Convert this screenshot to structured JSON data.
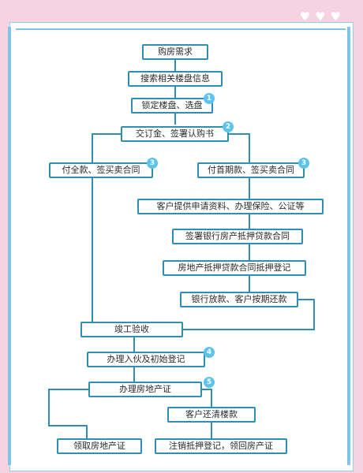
{
  "steps": {
    "need": "购房需求",
    "search": "搜索相关楼盘信息",
    "lock": "锁定楼盘、选盘",
    "deposit": "交订金、签署认购书",
    "full_pay": "付全款、签买卖合同",
    "down_pay": "付首期款、签买卖合同",
    "apply": "客户提供申请资料、办理保险、公证等",
    "loan_contract": "签署银行房产抵押贷款合同",
    "mortgage_reg": "房地产抵押贷款合同抵押登记",
    "bank_loan": "银行放款、客户按期还款",
    "acceptance": "竣工验收",
    "move_in": "办理入伙及初始登记",
    "property_cert": "办理房地产证",
    "repay": "客户还清楼款",
    "get_cert": "领取房地产证",
    "cancel": "注销抵押登记，领回房产证"
  },
  "badges": {
    "b1": "1",
    "b2": "2",
    "b3a": "3",
    "b3b": "3",
    "b4": "4",
    "b5": "5"
  },
  "colors": {
    "line": "#2f8fb3",
    "badge": "#5cc3ee",
    "background": "#f7d3e2"
  }
}
